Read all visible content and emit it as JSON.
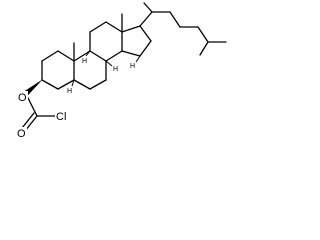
{
  "molecule": {
    "atoms": {
      "oxygen_ester": "O",
      "oxygen_carbonyl": "O",
      "chlorine": "Cl",
      "hydrogen_stereo_marks": [
        "H",
        "H",
        "H",
        "H"
      ]
    }
  },
  "colors": {
    "background": "#ffffff",
    "ink": "#000000"
  }
}
